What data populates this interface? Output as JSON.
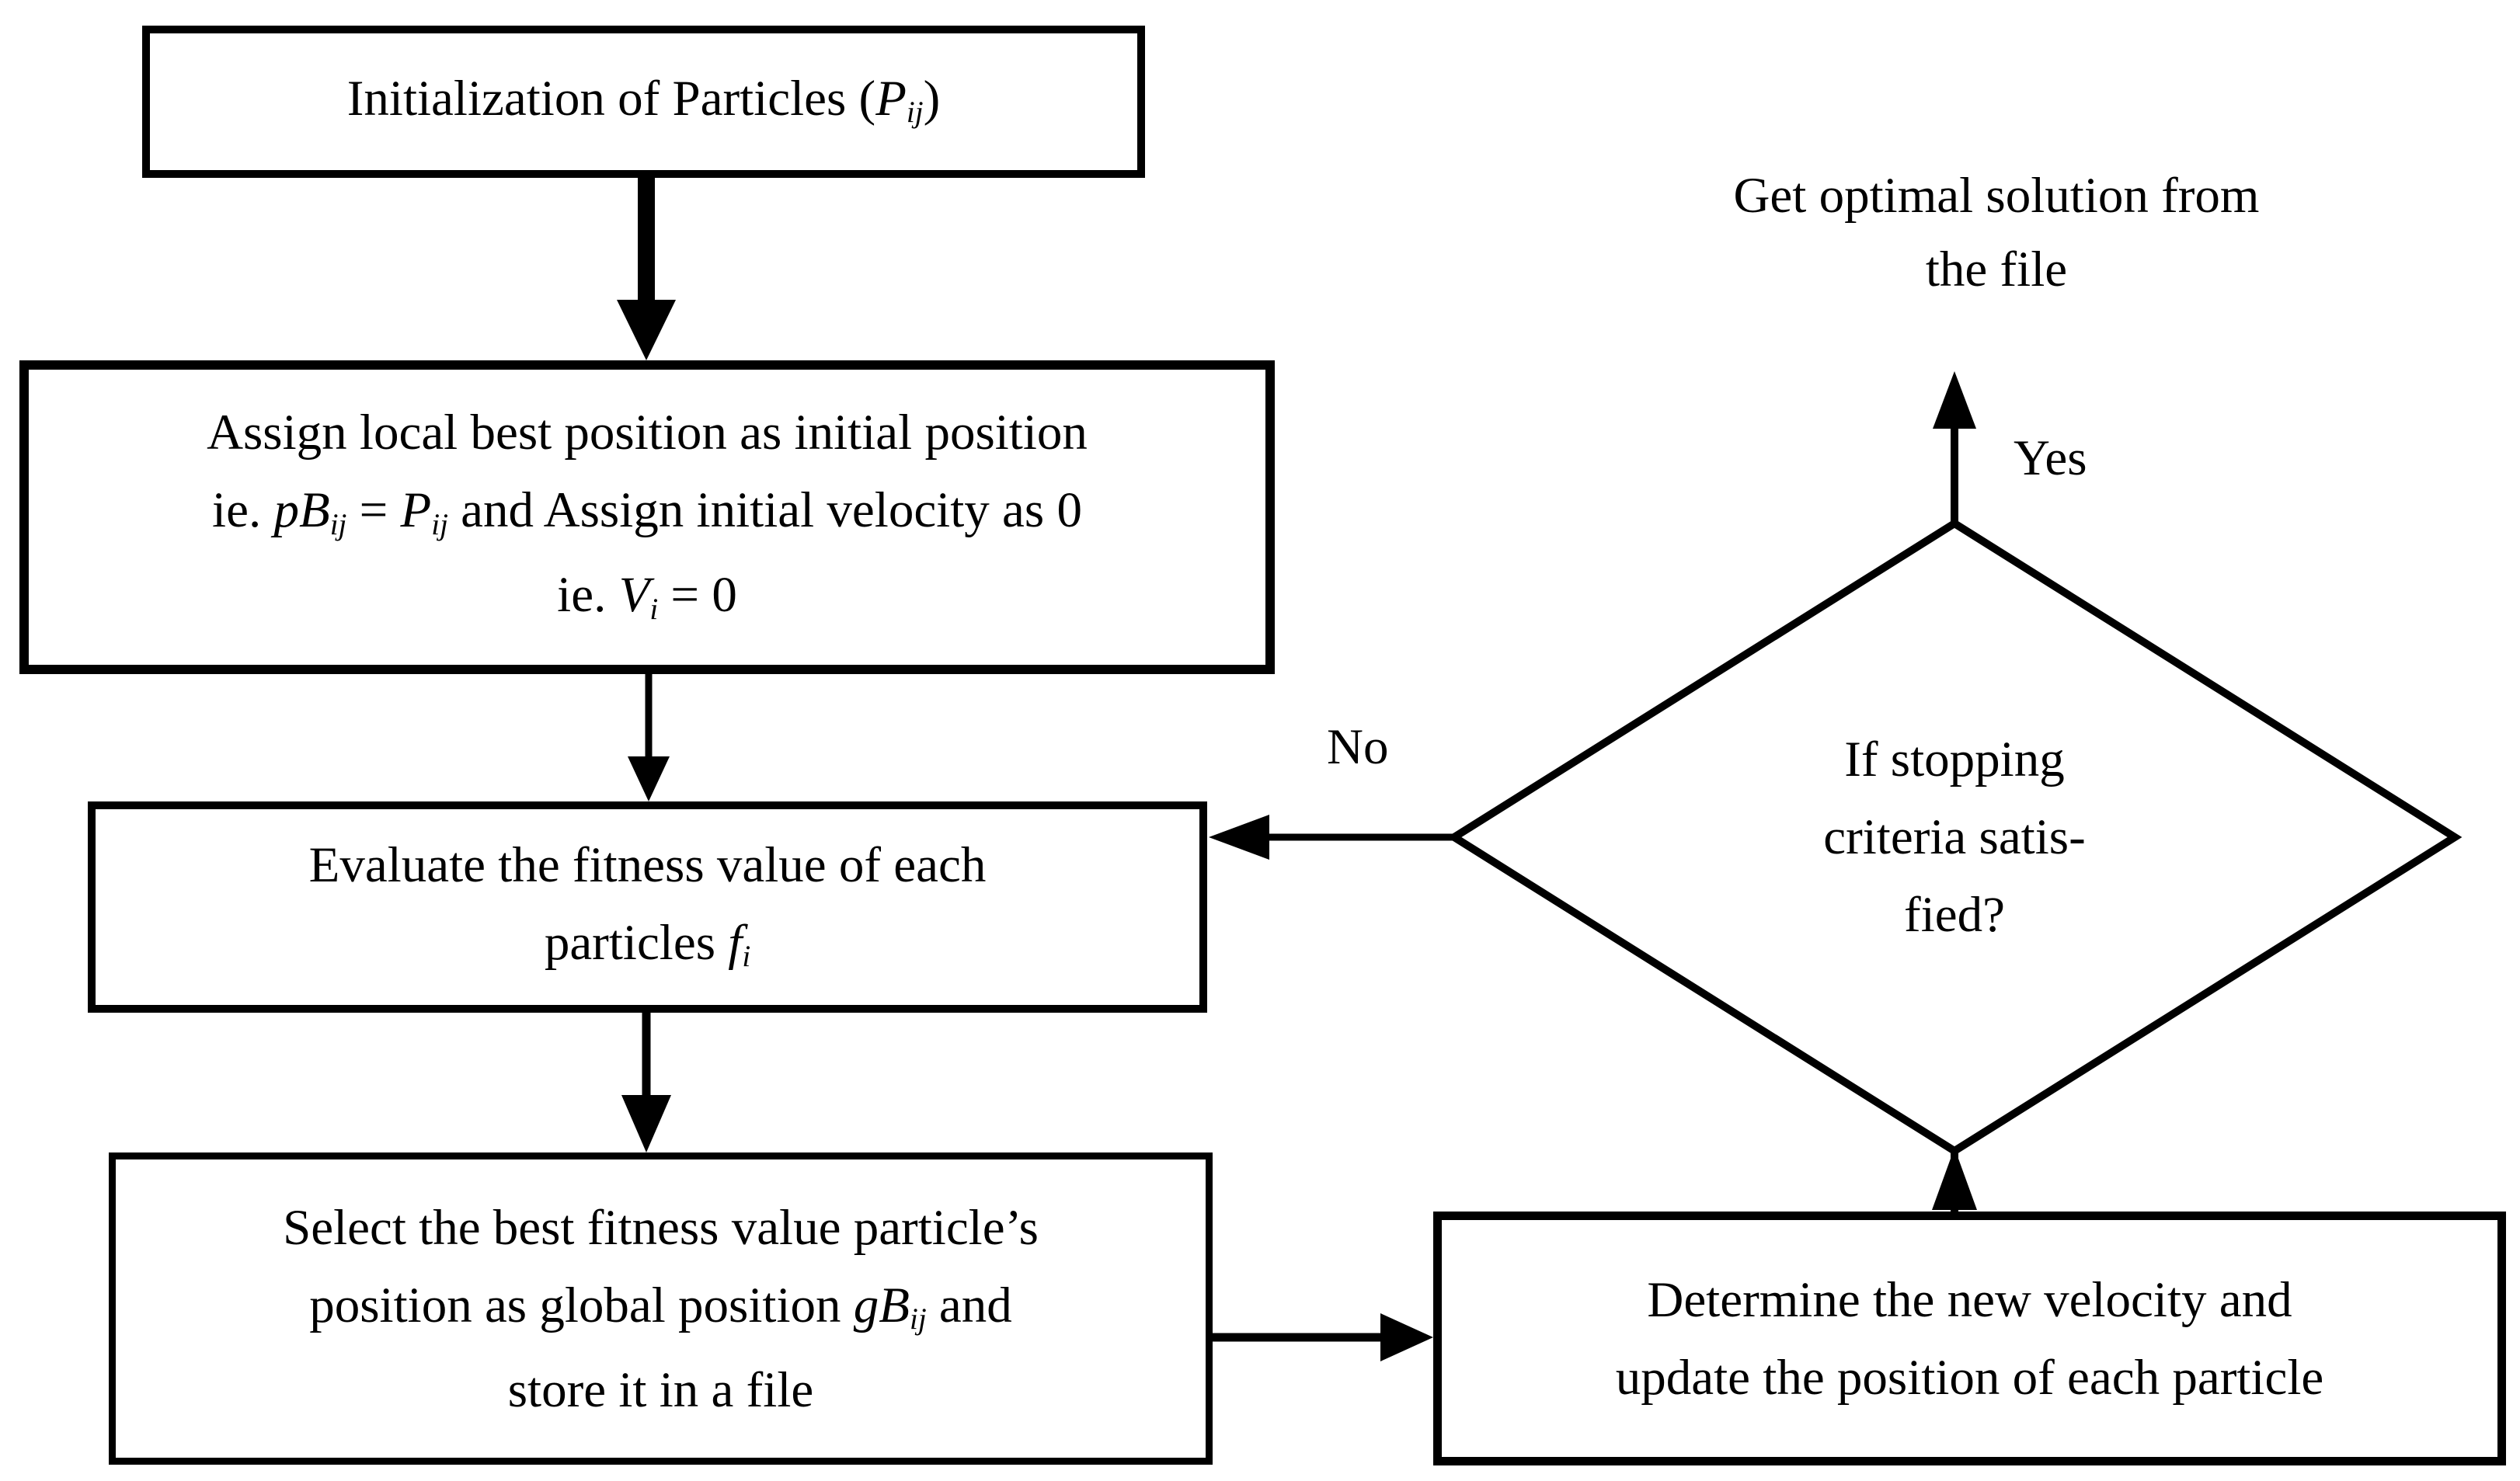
{
  "figure": {
    "kind": "flowchart",
    "subject": "Particle Swarm Optimization algorithm flow",
    "colors": {
      "ink": "#000000",
      "background": "#ffffff"
    }
  },
  "nodes": {
    "init": {
      "lines": [
        [
          {
            "t": "Initialization of Particles ("
          },
          {
            "t": "P",
            "s": "i"
          },
          {
            "t": "ij",
            "s": "isub"
          },
          {
            "t": ")"
          }
        ]
      ]
    },
    "assign": {
      "lines": [
        [
          {
            "t": "Assign local best position as initial position"
          }
        ],
        [
          {
            "t": "ie. "
          },
          {
            "t": "pB",
            "s": "i"
          },
          {
            "t": "ij",
            "s": "isub"
          },
          {
            "t": " = "
          },
          {
            "t": "P",
            "s": "i"
          },
          {
            "t": "ij",
            "s": "isub"
          },
          {
            "t": " and Assign initial velocity as 0"
          }
        ],
        [
          {
            "t": "ie. "
          },
          {
            "t": "V",
            "s": "i"
          },
          {
            "t": "i",
            "s": "isub"
          },
          {
            "t": " = 0"
          }
        ]
      ]
    },
    "evaluate": {
      "lines": [
        [
          {
            "t": "Evaluate the fitness value of each"
          }
        ],
        [
          {
            "t": "particles "
          },
          {
            "t": "f",
            "s": "i"
          },
          {
            "t": "i",
            "s": "isub"
          }
        ]
      ]
    },
    "select": {
      "lines": [
        [
          {
            "t": "Select the best fitness value particle’s"
          }
        ],
        [
          {
            "t": "position as global position "
          },
          {
            "t": "gB",
            "s": "i"
          },
          {
            "t": "ij",
            "s": "isub"
          },
          {
            "t": " and"
          }
        ],
        [
          {
            "t": "store it in a file"
          }
        ]
      ]
    },
    "determine": {
      "lines": [
        [
          {
            "t": "Determine the new velocity and"
          }
        ],
        [
          {
            "t": "update the position of each particle"
          }
        ]
      ]
    },
    "decision": {
      "lines": [
        [
          {
            "t": "If stopping"
          }
        ],
        [
          {
            "t": "criteria satis-"
          }
        ],
        [
          {
            "t": "fied?"
          }
        ]
      ]
    },
    "result": {
      "lines": [
        [
          {
            "t": "Get optimal solution from"
          }
        ],
        [
          {
            "t": "the file"
          }
        ]
      ]
    }
  },
  "edges": {
    "yes_label": "Yes",
    "no_label": "No"
  }
}
